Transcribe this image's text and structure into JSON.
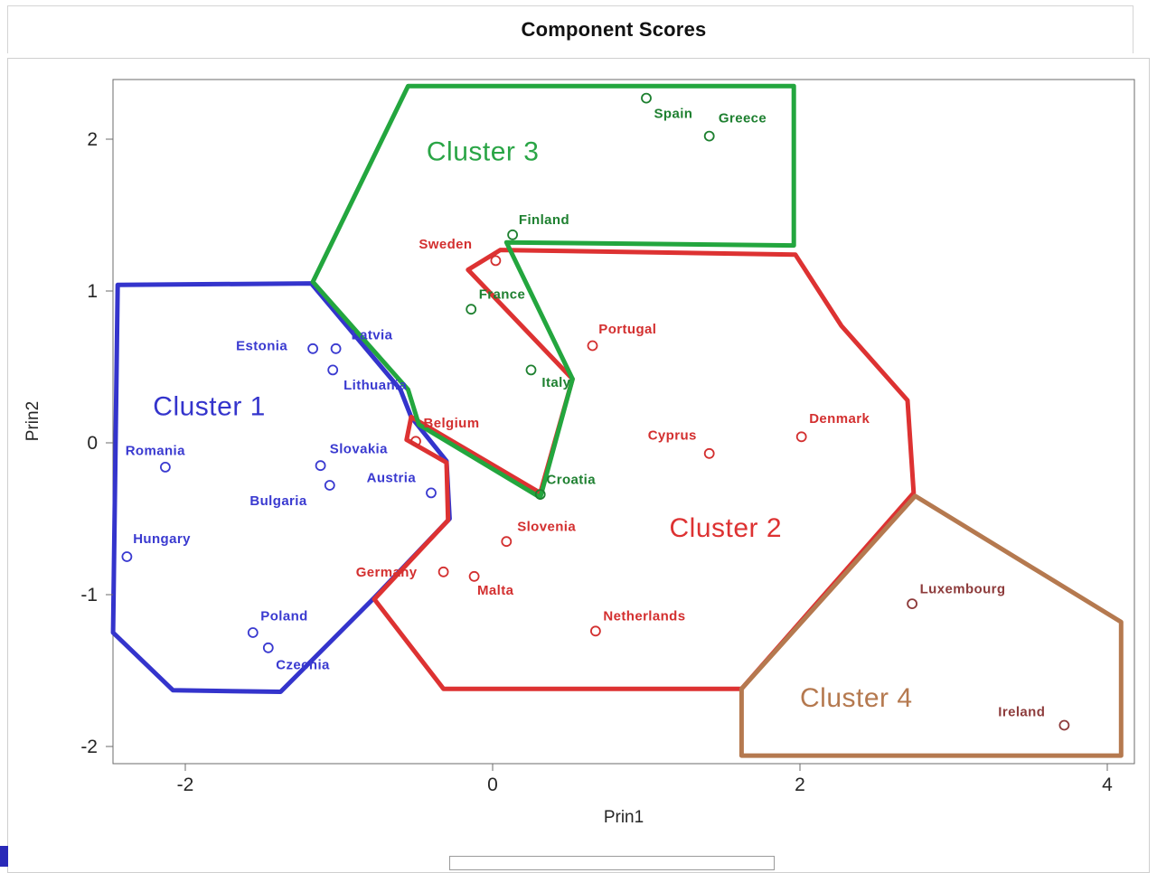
{
  "chart_data": {
    "type": "scatter",
    "title": "Component Scores",
    "xlabel": "Prin1",
    "ylabel": "Prin2",
    "xlim": [
      -2.47,
      4.18
    ],
    "ylim": [
      -2.11,
      2.39
    ],
    "xticks": [
      -2,
      0,
      2,
      4
    ],
    "yticks": [
      -2,
      -1,
      0,
      1,
      2
    ],
    "grid": false,
    "legend_position": "bottom (cut off)",
    "clusters": [
      {
        "name": "Cluster 1",
        "hull_color": "#3434cc",
        "label_color": "#3434cc",
        "point_color": "#3a3ad0",
        "label": {
          "text": "Cluster 1",
          "x": -2.21,
          "y": 0.24
        },
        "hull": [
          [
            -1.18,
            1.05
          ],
          [
            -0.6,
            0.35
          ],
          [
            -0.53,
            0.17
          ],
          [
            -0.3,
            -0.12
          ],
          [
            -0.28,
            -0.5
          ],
          [
            -0.77,
            -1.02
          ],
          [
            -1.38,
            -1.64
          ],
          [
            -2.08,
            -1.63
          ],
          [
            -2.47,
            -1.25
          ],
          [
            -2.44,
            1.04
          ]
        ],
        "points": [
          {
            "name": "Romania",
            "x": -2.13,
            "y": -0.16,
            "label_x": -2.39,
            "label_y": -0.05
          },
          {
            "name": "Hungary",
            "x": -2.38,
            "y": -0.75,
            "label_x": -2.34,
            "label_y": -0.63
          },
          {
            "name": "Estonia",
            "x": -1.17,
            "y": 0.62,
            "label_x": -1.67,
            "label_y": 0.64
          },
          {
            "name": "Latvia",
            "x": -1.02,
            "y": 0.62,
            "label_x": -0.92,
            "label_y": 0.71
          },
          {
            "name": "Lithuania",
            "x": -1.04,
            "y": 0.48,
            "label_x": -0.97,
            "label_y": 0.38
          },
          {
            "name": "Slovakia",
            "x": -1.12,
            "y": -0.15,
            "label_x": -1.06,
            "label_y": -0.04
          },
          {
            "name": "Bulgaria",
            "x": -1.06,
            "y": -0.28,
            "label_x": -1.58,
            "label_y": -0.38
          },
          {
            "name": "Austria",
            "x": -0.4,
            "y": -0.33,
            "label_x": -0.82,
            "label_y": -0.23
          },
          {
            "name": "Poland",
            "x": -1.56,
            "y": -1.25,
            "label_x": -1.51,
            "label_y": -1.14
          },
          {
            "name": "Czechia",
            "x": -1.46,
            "y": -1.35,
            "label_x": -1.41,
            "label_y": -1.46
          }
        ]
      },
      {
        "name": "Cluster 2",
        "hull_color": "#dd3232",
        "label_color": "#dd3232",
        "point_color": "#d32f2f",
        "label": {
          "text": "Cluster 2",
          "x": 1.15,
          "y": -0.56
        },
        "hull": [
          [
            0.05,
            1.27
          ],
          [
            1.97,
            1.24
          ],
          [
            2.27,
            0.77
          ],
          [
            2.7,
            0.28
          ],
          [
            2.74,
            -0.33
          ],
          [
            1.62,
            -1.62
          ],
          [
            -0.32,
            -1.62
          ],
          [
            -0.77,
            -1.03
          ],
          [
            -0.29,
            -0.51
          ],
          [
            -0.3,
            -0.13
          ],
          [
            -0.56,
            0.02
          ],
          [
            -0.53,
            0.17
          ],
          [
            0.31,
            -0.33
          ],
          [
            0.52,
            0.42
          ],
          [
            -0.16,
            1.14
          ]
        ],
        "points": [
          {
            "name": "Sweden",
            "x": 0.02,
            "y": 1.2,
            "label_x": -0.48,
            "label_y": 1.31
          },
          {
            "name": "Belgium",
            "x": -0.5,
            "y": 0.01,
            "label_x": -0.45,
            "label_y": 0.13
          },
          {
            "name": "Portugal",
            "x": 0.65,
            "y": 0.64,
            "label_x": 0.69,
            "label_y": 0.75
          },
          {
            "name": "Cyprus",
            "x": 1.41,
            "y": -0.07,
            "label_x": 1.01,
            "label_y": 0.05
          },
          {
            "name": "Denmark",
            "x": 2.01,
            "y": 0.04,
            "label_x": 2.06,
            "label_y": 0.16
          },
          {
            "name": "Slovenia",
            "x": 0.09,
            "y": -0.65,
            "label_x": 0.16,
            "label_y": -0.55
          },
          {
            "name": "Germany",
            "x": -0.32,
            "y": -0.85,
            "label_x": -0.89,
            "label_y": -0.85
          },
          {
            "name": "Malta",
            "x": -0.12,
            "y": -0.88,
            "label_x": -0.1,
            "label_y": -0.97
          },
          {
            "name": "Netherlands",
            "x": 0.67,
            "y": -1.24,
            "label_x": 0.72,
            "label_y": -1.14
          }
        ]
      },
      {
        "name": "Cluster 3",
        "hull_color": "#23a63e",
        "label_color": "#2aa546",
        "point_color": "#1e8030",
        "label": {
          "text": "Cluster 3",
          "x": -0.43,
          "y": 1.92
        },
        "hull": [
          [
            -1.17,
            1.06
          ],
          [
            -0.55,
            2.35
          ],
          [
            1.96,
            2.35
          ],
          [
            1.96,
            1.3
          ],
          [
            0.09,
            1.32
          ],
          [
            0.52,
            0.42
          ],
          [
            0.31,
            -0.36
          ],
          [
            -0.48,
            0.12
          ],
          [
            -0.55,
            0.35
          ]
        ],
        "points": [
          {
            "name": "Spain",
            "x": 1.0,
            "y": 2.27,
            "label_x": 1.05,
            "label_y": 2.17
          },
          {
            "name": "Greece",
            "x": 1.41,
            "y": 2.02,
            "label_x": 1.47,
            "label_y": 2.14
          },
          {
            "name": "Finland",
            "x": 0.13,
            "y": 1.37,
            "label_x": 0.17,
            "label_y": 1.47
          },
          {
            "name": "France",
            "x": -0.14,
            "y": 0.88,
            "label_x": -0.09,
            "label_y": 0.98
          },
          {
            "name": "Italy",
            "x": 0.25,
            "y": 0.48,
            "label_x": 0.32,
            "label_y": 0.4
          },
          {
            "name": "Croatia",
            "x": 0.31,
            "y": -0.34,
            "label_x": 0.35,
            "label_y": -0.24
          }
        ]
      },
      {
        "name": "Cluster 4",
        "hull_color": "#b5794f",
        "label_color": "#b5794f",
        "point_color": "#8d3b3b",
        "label": {
          "text": "Cluster 4",
          "x": 2.0,
          "y": -1.68
        },
        "hull": [
          [
            2.75,
            -0.35
          ],
          [
            4.09,
            -1.18
          ],
          [
            4.09,
            -2.06
          ],
          [
            1.62,
            -2.06
          ],
          [
            1.62,
            -1.62
          ]
        ],
        "points": [
          {
            "name": "Luxembourg",
            "x": 2.73,
            "y": -1.06,
            "label_x": 2.78,
            "label_y": -0.96
          },
          {
            "name": "Ireland",
            "x": 3.72,
            "y": -1.86,
            "label_x": 3.29,
            "label_y": -1.77
          }
        ]
      }
    ]
  }
}
